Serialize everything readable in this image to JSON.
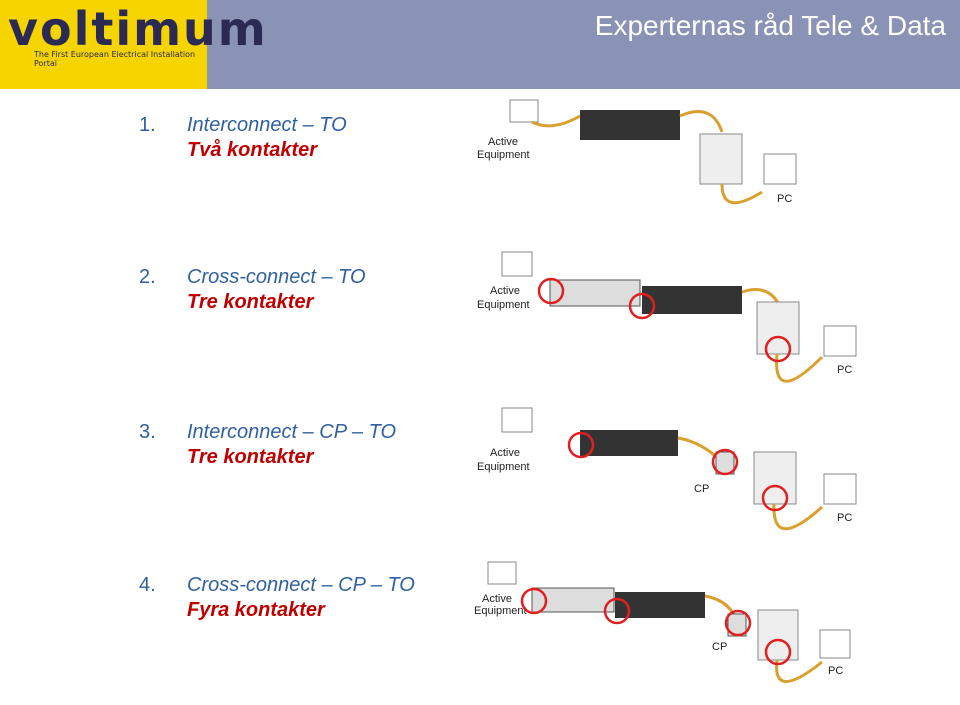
{
  "header": {
    "title": "Experternas råd Tele & Data",
    "logo": {
      "word": "voltimum",
      "tagline": "The First European Electrical Installation Portal"
    }
  },
  "items": [
    {
      "number": "1.",
      "title": "Interconnect – TO",
      "subtitle": "Två kontakter"
    },
    {
      "number": "2.",
      "title": "Cross-connect – TO",
      "subtitle": "Tre kontakter"
    },
    {
      "number": "3.",
      "title": "Interconnect – CP – TO",
      "subtitle": "Tre kontakter"
    },
    {
      "number": "4.",
      "title": "Cross-connect – CP – TO",
      "subtitle": "Fyra kontakter"
    }
  ],
  "diagram_labels": {
    "active_equipment_1": "Active",
    "active_equipment_2": "Equipment",
    "pc": "PC",
    "cp": "CP"
  },
  "colors": {
    "header": "#8a93b5",
    "logo_bg": "#f6d400",
    "text_red": "#c00000",
    "marker": "#e02020",
    "cable": "#d9a030"
  }
}
